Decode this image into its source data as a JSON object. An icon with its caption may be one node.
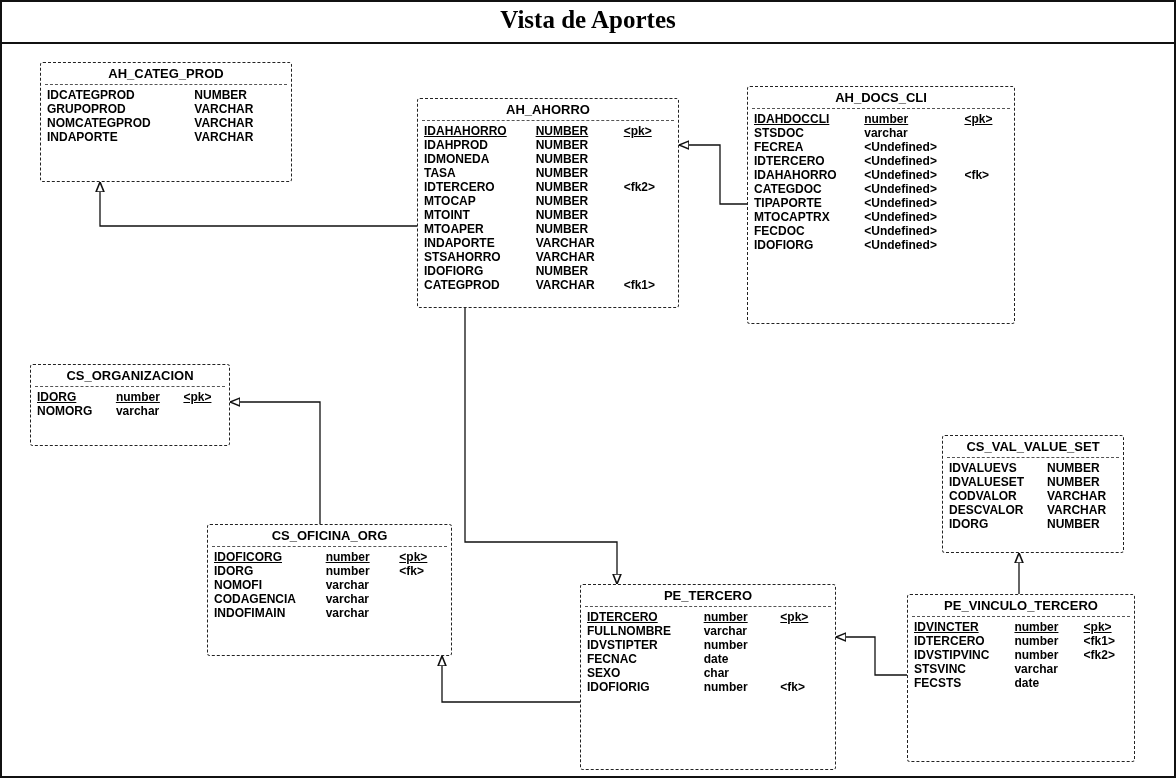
{
  "diagram": {
    "title": "Vista de Aportes",
    "nodes": [
      {
        "text": [
          "AH_CATEG_PROD",
          "IDCATEGPROD",
          "NUMBER",
          "GRUPOPROD",
          "VARCHAR",
          "NOMCATEGPROD",
          "VARCHAR",
          "INDAPORTE",
          "VARCHAR"
        ]
      },
      {
        "text": [
          "AH_AHORRO",
          "IDAHAHORRO",
          "NUMBER",
          "<pk>",
          "IDAHPROD",
          "NUMBER",
          "IDMONEDA",
          "NUMBER",
          "TASA",
          "NUMBER",
          "IDTERCERO",
          "NUMBER",
          "<fk2>",
          "MTOCAP",
          "NUMBER",
          "MTOINT",
          "NUMBER",
          "MTOAPER",
          "NUMBER",
          "INDAPORTE",
          "VARCHAR",
          "STSAHORRO",
          "VARCHAR",
          "IDOFIORG",
          "NUMBER",
          "CATEGPROD",
          "VARCHAR",
          "<fk1>"
        ]
      },
      {
        "text": [
          "AH_DOCS_CLI",
          "IDAHDOCCLI",
          "number",
          "<pk>",
          "STSDOC",
          "varchar",
          "FECREA",
          "<Undefined>",
          "IDTERCERO",
          "<Undefined>",
          "IDAHAHORRO",
          "<Undefined>",
          "<fk>",
          "CATEGDOC",
          "<Undefined>",
          "TIPAPORTE",
          "<Undefined>",
          "MTOCAPTRX",
          "<Undefined>",
          "FECDOC",
          "<Undefined>",
          "IDOFIORG",
          "<Undefined>"
        ]
      },
      {
        "text": [
          "CS_ORGANIZACION",
          "IDORG",
          "number",
          "<pk>",
          "NOMORG",
          "varchar"
        ]
      },
      {
        "text": [
          "CS_VAL_VALUE_SET",
          "IDVALUEVS",
          "NUMBER",
          "IDVALUESET",
          "NUMBER",
          "CODVALOR",
          "VARCHAR",
          "DESCVALOR",
          "VARCHAR",
          "IDORG",
          "NUMBER"
        ]
      },
      {
        "text": [
          "CS_OFICINA_ORG",
          "IDOFICORG",
          "number",
          "<pk>",
          "IDORG",
          "number",
          "<fk>",
          "NOMOFI",
          "varchar",
          "CODAGENCIA",
          "varchar",
          "INDOFIMAIN",
          "varchar"
        ]
      },
      {
        "text": [
          "PE_TERCERO",
          "IDTERCERO",
          "number",
          "<pk>",
          "FULLNOMBRE",
          "varchar",
          "IDVSTIPTER",
          "number",
          "FECNAC",
          "date",
          "SEXO",
          "char",
          "IDOFIORIG",
          "number",
          "<fk>"
        ]
      },
      {
        "text": [
          "PE_VINCULO_TERCERO",
          "IDVINCTER",
          "number",
          "<pk>",
          "IDTERCERO",
          "number",
          "<fk1>",
          "IDVSTIPVINC",
          "number",
          "<fk2>",
          "STSVINC",
          "varchar",
          "FECSTS",
          "date"
        ]
      }
    ],
    "edges": [
      {
        "from": 1,
        "to": 0,
        "arrow": "to"
      },
      {
        "from": 2,
        "to": 1,
        "arrow": "to"
      },
      {
        "from": 5,
        "to": 3,
        "arrow": "to"
      },
      {
        "from": 1,
        "to": 6,
        "arrow": "to"
      },
      {
        "from": 6,
        "to": 5,
        "arrow": "to"
      },
      {
        "from": 7,
        "to": 6,
        "arrow": "to"
      },
      {
        "from": 7,
        "to": 4,
        "arrow": "to"
      }
    ]
  }
}
